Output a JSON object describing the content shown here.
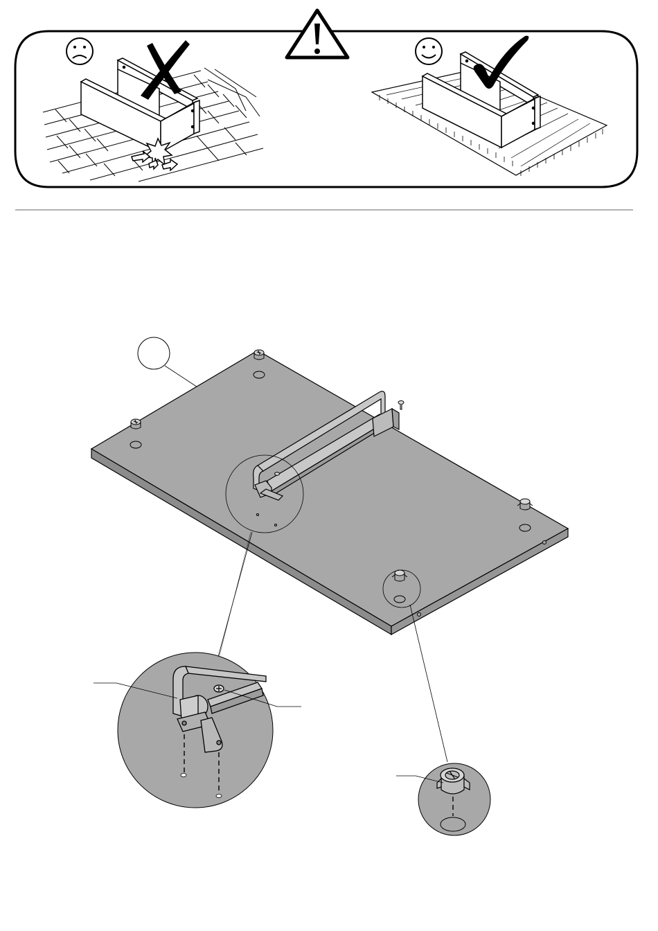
{
  "page": {
    "background": "#ffffff"
  },
  "warning_panel": {
    "left_scene": {
      "face": "sad",
      "verdict_icon": "cross-mark-icon",
      "floor": "hard-tile-floor"
    },
    "center_icon": "warning-triangle-icon",
    "right_scene": {
      "face": "happy",
      "verdict_icon": "check-mark-icon",
      "floor": "soft-carpet"
    }
  },
  "assembly_step": {
    "panel_color": "#a8a8a8",
    "panel_edge_color": "#8c8c8c",
    "line_color": "#000000",
    "part_callout_bubble": "",
    "parts": [
      "runner-rail",
      "cam-lock-bolts",
      "cam-lock-housing",
      "screws"
    ]
  }
}
